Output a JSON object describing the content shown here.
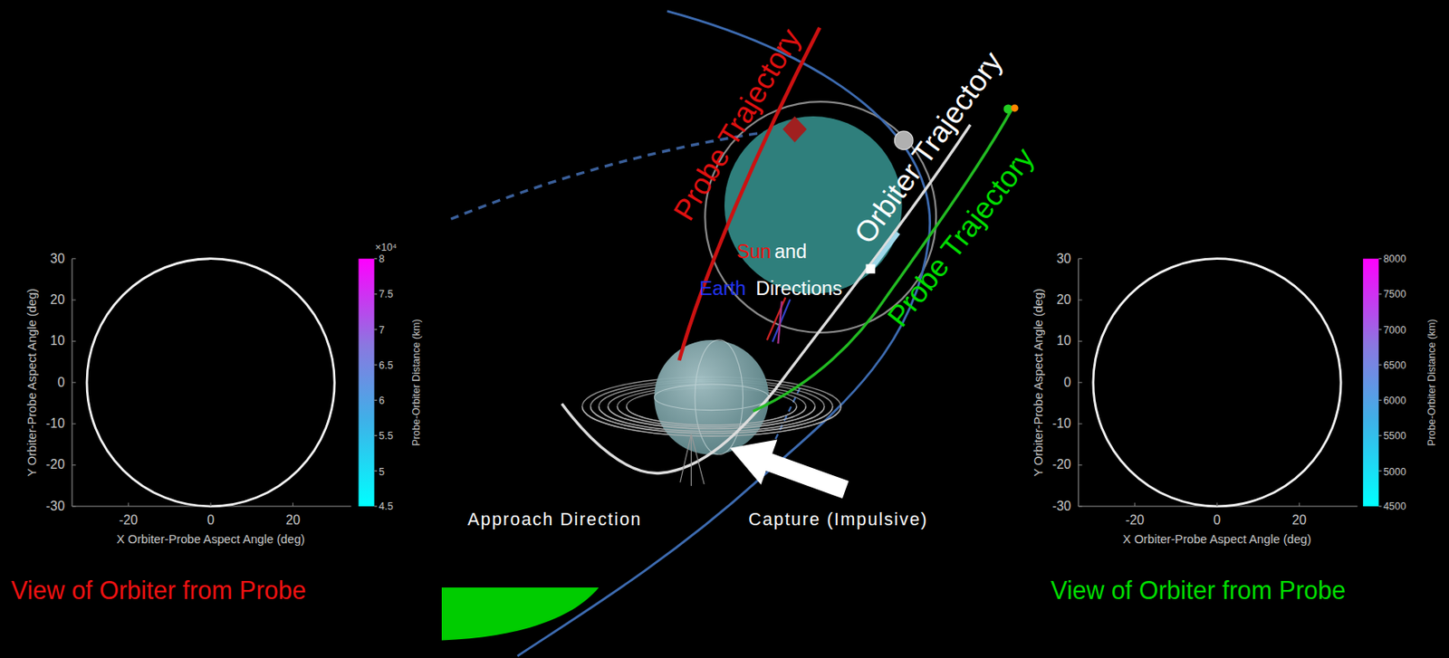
{
  "diagram": {
    "labels": [
      "Probe Trajectory",
      "Orbiter Trajectory",
      "Probe Trajectory",
      "Sun",
      "and",
      "Earth",
      "Directions",
      "Approach Direction",
      "Capture (Impulsive)",
      "View of Orbiter from Probe",
      "View of Orbiter from Probe",
      "Y Orbiter-Probe Aspect Angle (deg)",
      "X Orbiter-Probe Aspect Angle (deg)",
      "30",
      "20",
      "10",
      "0",
      "-10",
      "-20",
      "-30",
      "-20",
      "0",
      "20",
      "×10⁴",
      "8",
      "7.5",
      "7",
      "6.5",
      "6",
      "5.5",
      "5",
      "4.5",
      "Probe-Orbiter Distance (km)",
      "Y Orbiter-Probe Aspect Angle (deg)",
      "X Orbiter-Probe Aspect Angle (deg)",
      "30",
      "20",
      "10",
      "0",
      "-10",
      "-20",
      "-30",
      "-20",
      "0",
      "20",
      "8000",
      "7500",
      "7000",
      "6500",
      "6000",
      "5500",
      "5000",
      "4500",
      "Probe-Orbiter Distance (km)"
    ]
  }
}
